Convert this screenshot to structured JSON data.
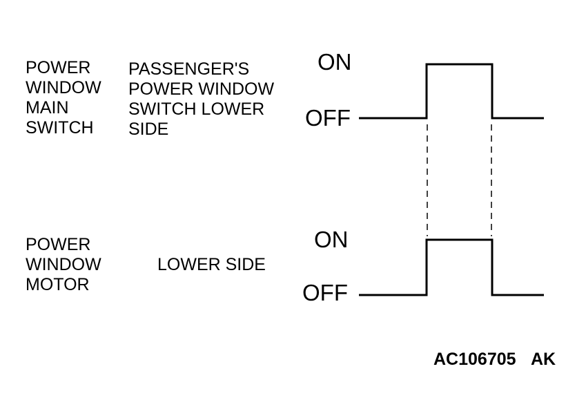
{
  "rows": [
    {
      "component": [
        "POWER",
        "WINDOW",
        "MAIN",
        "SWITCH"
      ],
      "condition": [
        "PASSENGER'S",
        "POWER WINDOW",
        "SWITCH LOWER",
        "SIDE"
      ],
      "on_label": "ON",
      "off_label": "OFF"
    },
    {
      "component": [
        "POWER",
        "WINDOW",
        "MOTOR"
      ],
      "condition": [
        "LOWER SIDE"
      ],
      "on_label": "ON",
      "off_label": "OFF"
    }
  ],
  "figure_code": "AC106705",
  "figure_suffix": "AK"
}
